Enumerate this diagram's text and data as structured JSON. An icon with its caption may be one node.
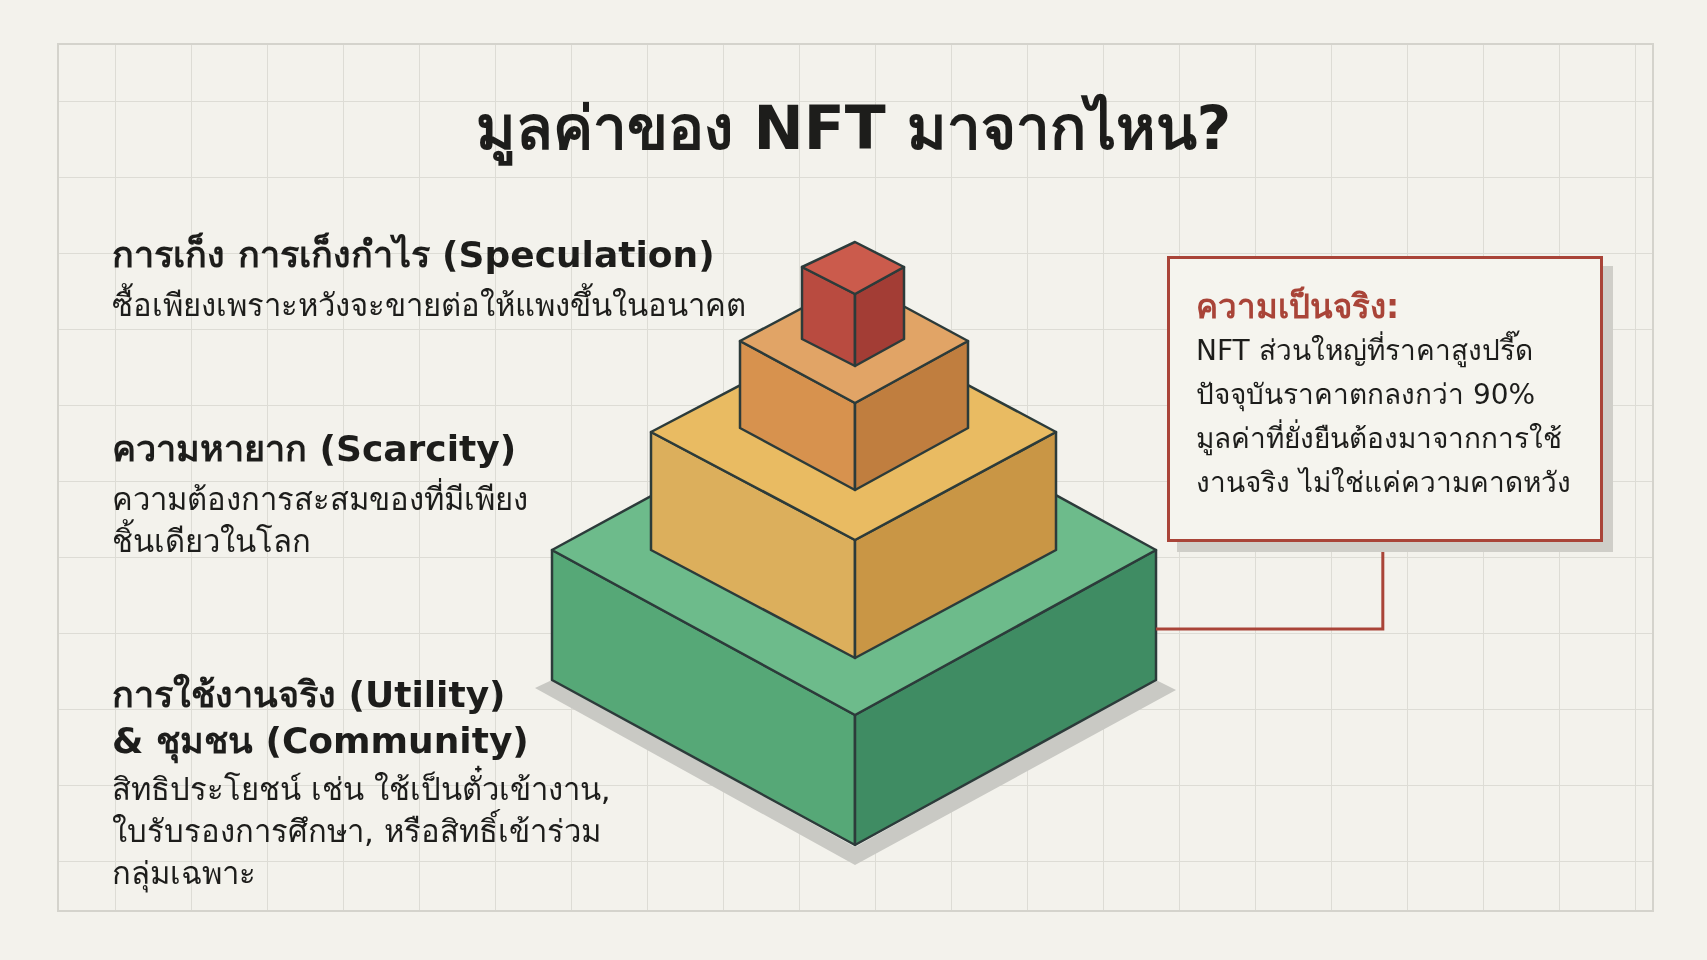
{
  "diagram": {
    "title": "มูลค่าของ NFT มาจากไหน?",
    "nodes": [
      {
        "text": [
          "ความเป็นจริง:",
          "NFT ส่วนใหญ่ที่ราคาสูงปรี๊ด ปัจจุบันราคาตกลงกว่า 90% มูลค่าที่ยั่งยืนต้องมาจากการใช้งานจริง ไม่ใช่แค่ความคาดหวัง"
        ]
      },
      {
        "text": [],
        "shape": "box"
      }
    ],
    "edges": [
      {
        "from": 0,
        "to": 1,
        "arrow": "none"
      }
    ],
    "labels": [
      "การเก็ง การเก็งกำไร (Speculation)",
      "ซื้อเพียงเพราะหวังจะขายต่อให้แพงขึ้นในอนาคต",
      "ความหายาก (Scarcity)",
      "ความต้องการสะสมของที่มีเพียงชิ้นเดียวในโลก",
      "การใช้งานจริง (Utility) & ชุมชน (Community)",
      "สิทธิประโยชน์ เช่น ใช้เป็นตั๋วเข้างาน, ใบรับรองการศึกษา, หรือสิทธิ์เข้าร่วมกลุ่มเฉพาะ"
    ]
  }
}
